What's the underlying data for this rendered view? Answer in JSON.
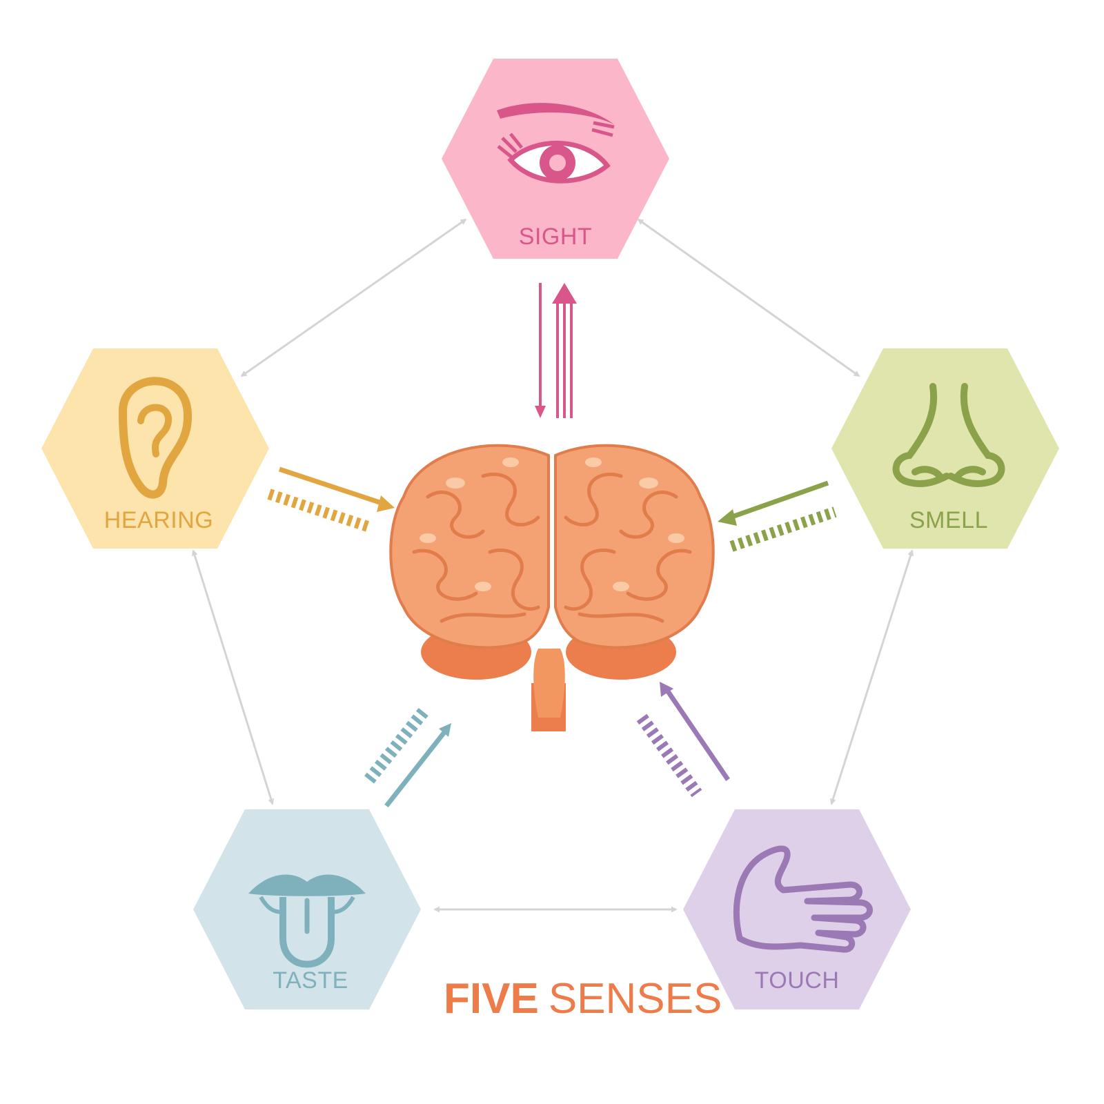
{
  "title": {
    "bold": "FIVE",
    "light": "SENSES",
    "color": "#ee7c4a"
  },
  "center": {
    "name": "brain",
    "icon": "brain-icon",
    "color": "#f4a173"
  },
  "connector_color": "#d4d4d4",
  "senses": [
    {
      "id": "sight",
      "label": "SIGHT",
      "icon": "eye-icon",
      "fill": "#fbb7c9",
      "accent": "#d9568a"
    },
    {
      "id": "smell",
      "label": "SMELL",
      "icon": "nose-icon",
      "fill": "#dfe5ad",
      "accent": "#8ba24a"
    },
    {
      "id": "touch",
      "label": "TOUCH",
      "icon": "hand-icon",
      "fill": "#dfd0e9",
      "accent": "#9b79b5"
    },
    {
      "id": "taste",
      "label": "TASTE",
      "icon": "tongue-icon",
      "fill": "#d3e3ea",
      "accent": "#7fb1bd"
    },
    {
      "id": "hearing",
      "label": "HEARING",
      "icon": "ear-icon",
      "fill": "#fde3ac",
      "accent": "#e2a640"
    }
  ]
}
